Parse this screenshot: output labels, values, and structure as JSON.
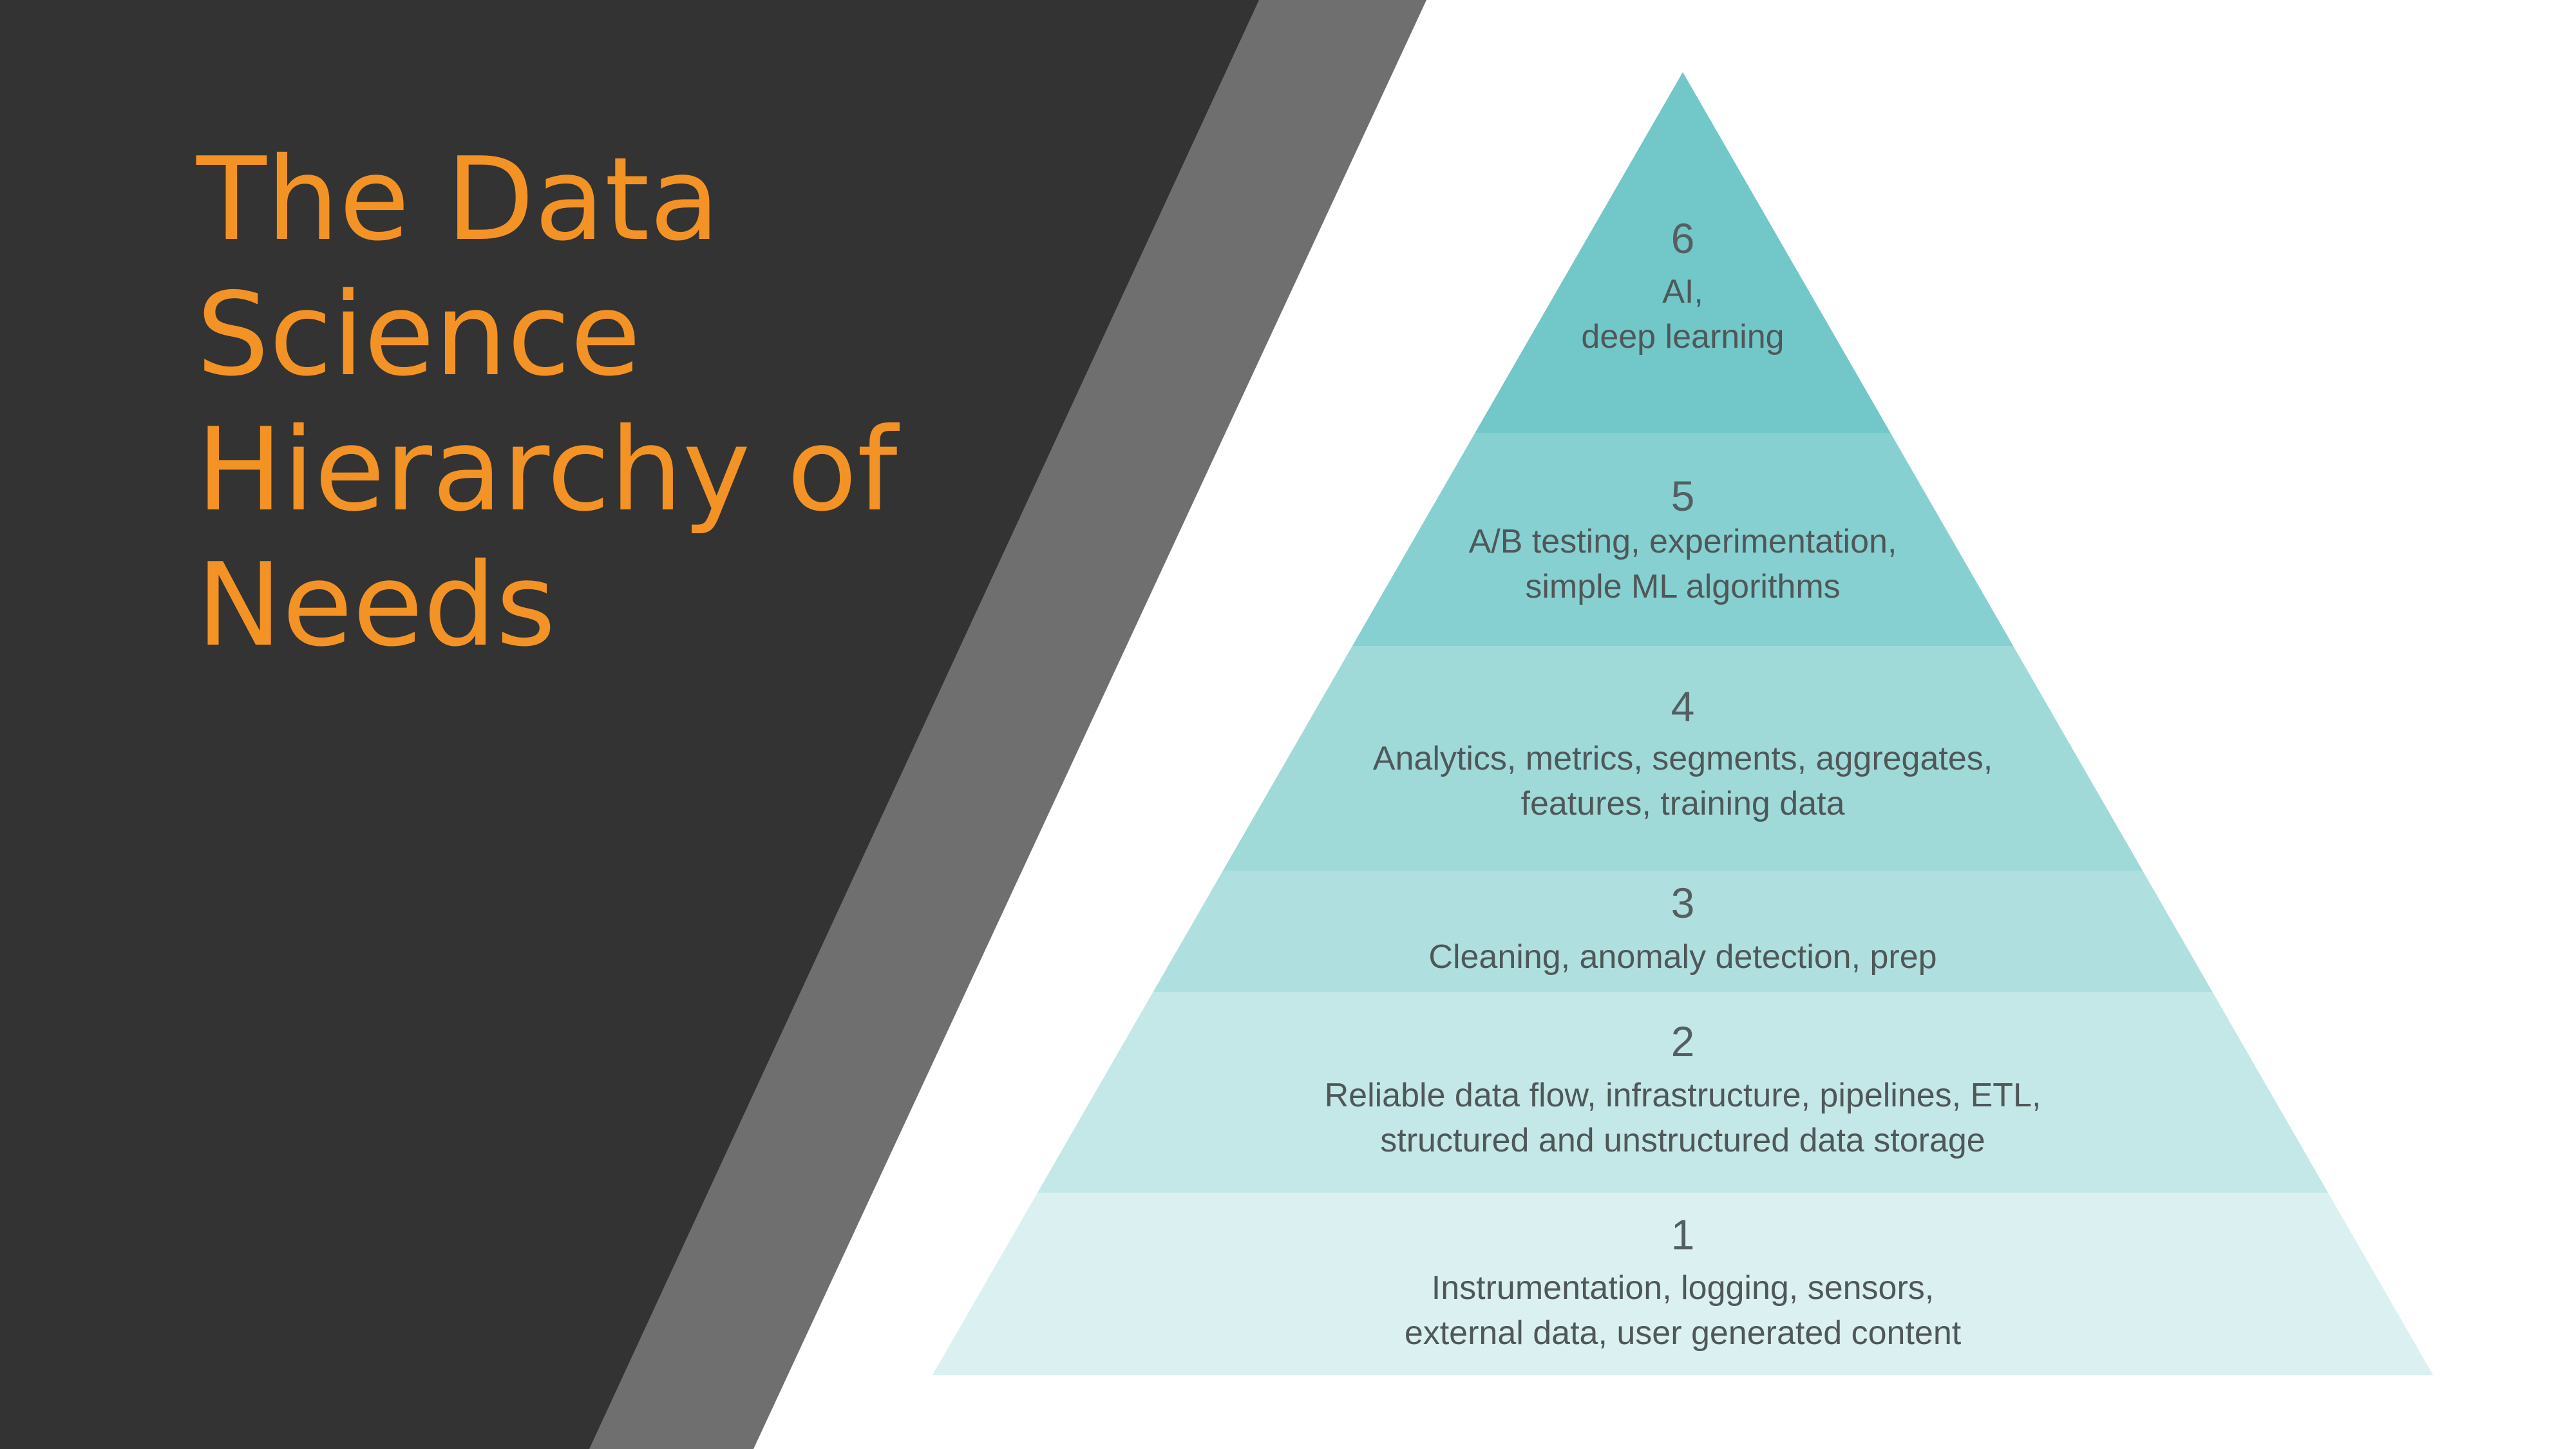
{
  "slide": {
    "title": "The Data\nScience\nHierarchy of\nNeeds",
    "colors": {
      "dark_panel": "#333333",
      "gray_stripe": "#6f6f6f",
      "title": "#f39325"
    }
  },
  "pyramid": {
    "tiers": [
      {
        "number": "6",
        "lines": [
          "AI,",
          "deep learning"
        ],
        "color": "#72c7c9"
      },
      {
        "number": "5",
        "lines": [
          "A/B testing, experimentation,",
          "simple ML algorithms"
        ],
        "color": "#86d0d1"
      },
      {
        "number": "4",
        "lines": [
          "Analytics, metrics, segments, aggregates,",
          "features, training data"
        ],
        "color": "#9fdad9"
      },
      {
        "number": "3",
        "lines": [
          "Cleaning, anomaly detection, prep"
        ],
        "color": "#afe0df"
      },
      {
        "number": "2",
        "lines": [
          "Reliable data flow, infrastructure, pipelines, ETL,",
          "structured and unstructured data storage"
        ],
        "color": "#c4e8e7"
      },
      {
        "number": "1",
        "lines": [
          "Instrumentation, logging, sensors,",
          "external data, user generated content"
        ],
        "color": "#dbf1f1"
      }
    ]
  }
}
